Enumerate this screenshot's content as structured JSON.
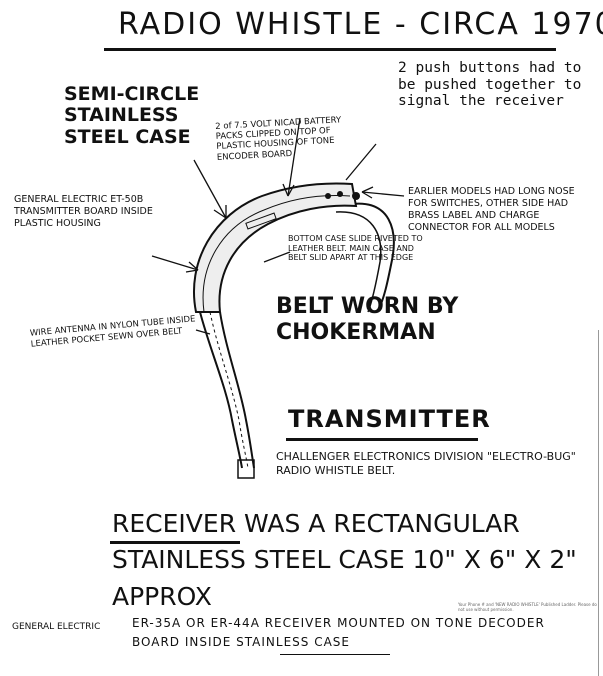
{
  "title": "RADIO WHISTLE - CIRCA 1970",
  "note_buttons": "2 push buttons had to be pushed together to signal the receiver",
  "labels": {
    "case": "SEMI-CIRCLE STAINLESS STEEL CASE",
    "battery": "2 of 7.5 VOLT NICAD BATTERY PACKS CLIPPED ON TOP OF PLASTIC HOUSING OF TONE ENCODER BOARD",
    "ge_transmitter": "GENERAL ELECTRIC ET-50B TRANSMITTER BOARD INSIDE PLASTIC HOUSING",
    "nose": "EARLIER MODELS HAD LONG NOSE FOR SWITCHES, OTHER SIDE HAD BRASS LABEL AND CHARGE CONNECTOR FOR ALL MODELS",
    "bottom_case": "BOTTOM CASE SLIDE RIVETED TO LEATHER BELT. MAIN CASE AND BELT SLID APART AT THIS EDGE",
    "belt_worn": "BELT WORN BY CHOKERMAN",
    "antenna": "WIRE ANTENNA IN NYLON TUBE INSIDE LEATHER POCKET SEWN OVER BELT"
  },
  "transmitter": {
    "heading": "TRANSMITTER",
    "description": "CHALLENGER ELECTRONICS DIVISION \"ELECTRO-BUG\" RADIO WHISTLE BELT."
  },
  "receiver": {
    "text": "RECEIVER WAS A RECTANGULAR STAINLESS STEEL CASE 10\" X 6\" X 2\" APPROX",
    "maker": "GENERAL ELECTRIC",
    "models": "ER-35A OR ER-44A RECEIVER MOUNTED ON TONE DECODER BOARD INSIDE STAINLESS CASE"
  },
  "watermark": "Your Phone # and 'NEW RADIO WHISTLE' Published Ladder. Please do not use without permission."
}
